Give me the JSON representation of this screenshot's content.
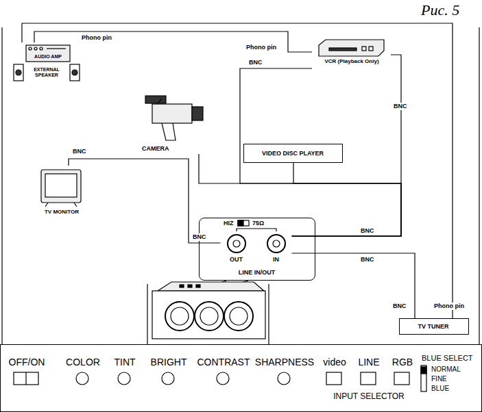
{
  "diagram": {
    "title": "Рис. 5",
    "nodes": [
      {
        "text": [
          "AUDIO AMP",
          "EXTERNAL SPEAKER"
        ]
      },
      {
        "text": [
          "VCR (Playback Only)"
        ]
      },
      {
        "text": [
          "CAMERA"
        ]
      },
      {
        "text": [
          "VIDEO DISC PLAYER"
        ]
      },
      {
        "text": [
          "TV MONITOR"
        ]
      },
      {
        "text": [
          "HIZ",
          "75Ω",
          "LINE IN/OUT"
        ]
      },
      {
        "text": [
          "OUT"
        ],
        "in": 5
      },
      {
        "text": [
          "IN"
        ],
        "in": 5
      },
      {
        "text": [
          "TV TUNER"
        ]
      },
      {
        "text": [
          "OFF/ON",
          "COLOR",
          "TINT",
          "BRIGHT",
          "CONTRAST",
          "SHARPNESS",
          "video",
          "LINE",
          "RGB",
          "INPUT SELECTOR",
          "BLUE SELECT",
          "NORMAL",
          "FINE",
          "BLUE"
        ]
      }
    ],
    "edges": [
      {
        "from": 0,
        "to": 1,
        "arrow": "none",
        "label": "Phono pin"
      },
      {
        "from": 0,
        "to": 8,
        "arrow": "none",
        "label": "Phono pin"
      },
      {
        "from": 1,
        "to": 7,
        "arrow": "none",
        "label": "BNC"
      },
      {
        "from": 1,
        "to": 7,
        "arrow": "none",
        "label": "BNC"
      },
      {
        "from": 2,
        "to": 7,
        "arrow": "none"
      },
      {
        "from": 3,
        "to": 7,
        "arrow": "none"
      },
      {
        "from": 8,
        "to": 7,
        "arrow": "none",
        "label": "BNC"
      },
      {
        "from": 6,
        "to": 4,
        "arrow": "none",
        "label": "BNC"
      }
    ],
    "labels": [
      "Phono pin",
      "BNC",
      "BNC",
      "BNC"
    ]
  }
}
